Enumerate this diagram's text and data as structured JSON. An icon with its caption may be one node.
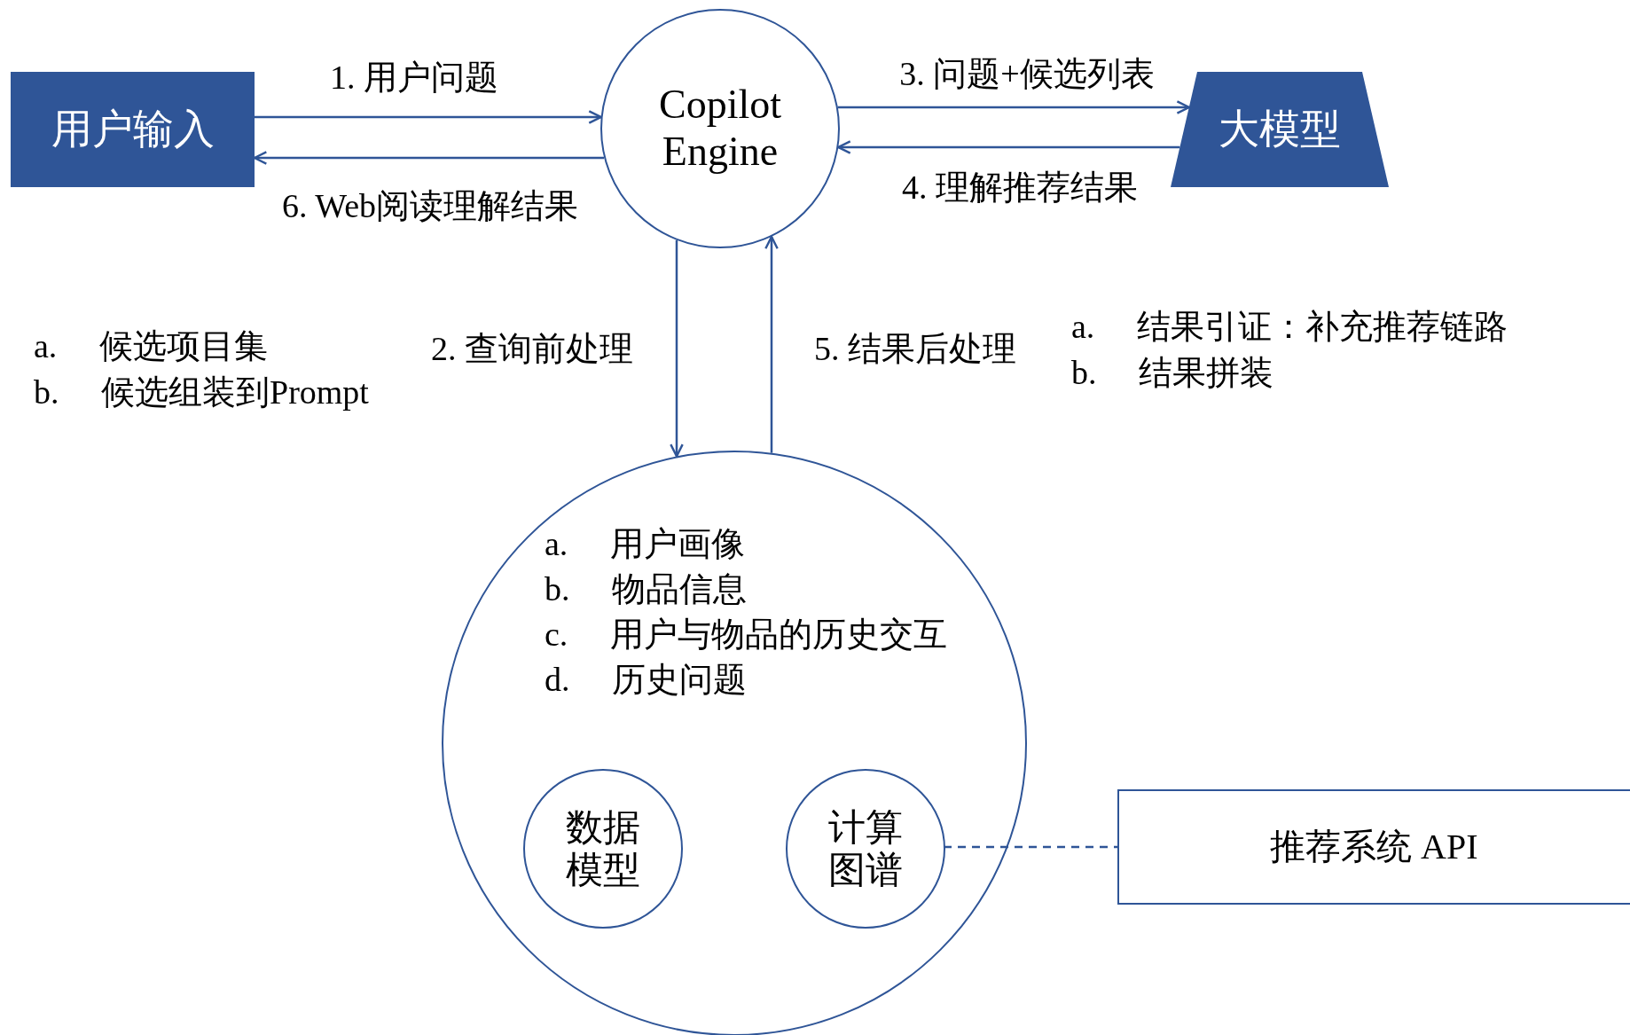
{
  "diagram": {
    "nodes": [
      {
        "text": [
          "用户输入"
        ]
      },
      {
        "text": [
          "Copilot Engine"
        ]
      },
      {
        "text": [
          "大模型"
        ]
      },
      {
        "text": [
          "a. 用户画像",
          "b. 物品信息",
          "c. 用户与物品的历史交互",
          "d. 历史问题"
        ]
      },
      {
        "text": [
          "数据模型"
        ],
        "in": 3
      },
      {
        "text": [
          "计算图谱"
        ],
        "in": 3
      },
      {
        "text": [
          "推荐系统 API"
        ]
      }
    ],
    "edges": [
      {
        "from": 0,
        "to": 1,
        "arrow": "to",
        "label": "1. 用户问题"
      },
      {
        "from": 1,
        "to": 0,
        "arrow": "to",
        "label": "6. Web阅读理解结果"
      },
      {
        "from": 1,
        "to": 2,
        "arrow": "to",
        "label": "3. 问题+候选列表"
      },
      {
        "from": 2,
        "to": 1,
        "arrow": "to",
        "label": "4. 理解推荐结果"
      },
      {
        "from": 1,
        "to": 3,
        "arrow": "to",
        "label": "2. 查询前处理"
      },
      {
        "from": 3,
        "to": 1,
        "arrow": "to",
        "label": "5. 结果后处理"
      },
      {
        "from": 5,
        "to": 6,
        "arrow": "none",
        "style": "dashed"
      }
    ],
    "labels": [
      "a. 候选项目集",
      "b. 候选组装到Prompt",
      "a. 结果引证：补充推荐链路",
      "b. 结果拼装"
    ]
  }
}
